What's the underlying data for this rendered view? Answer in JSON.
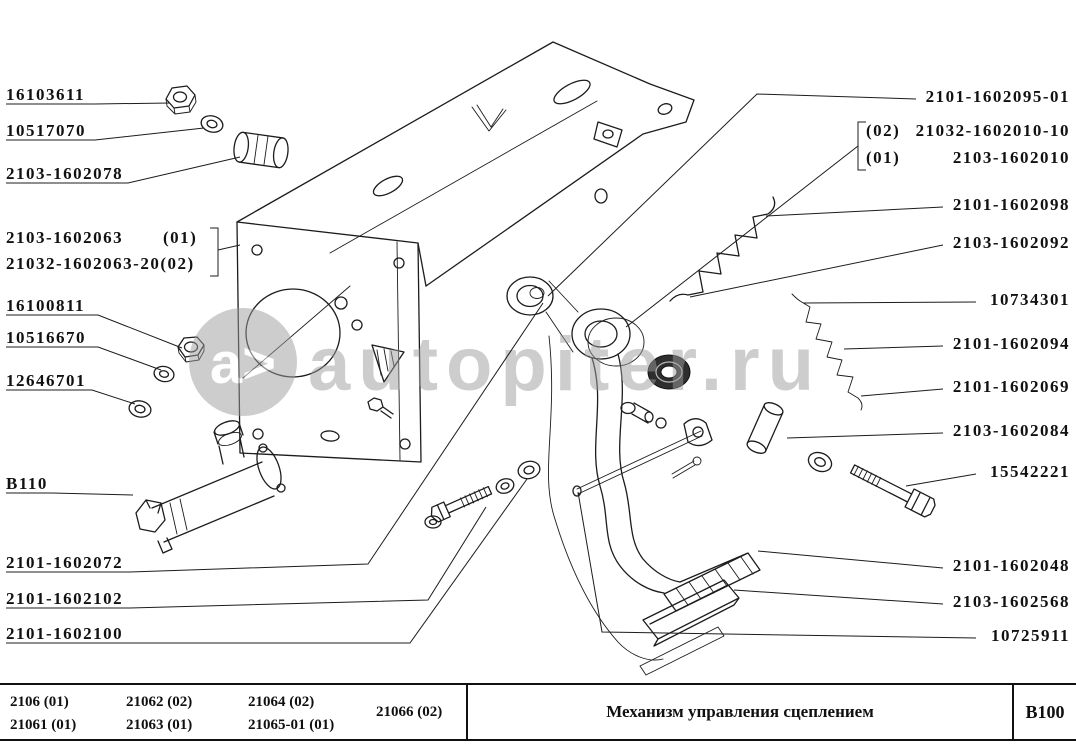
{
  "watermark": {
    "logo": "a>",
    "text": "autopiter.ru"
  },
  "labels_left": [
    "16103611",
    "10517070",
    "2103-1602078",
    "2103-1602063",
    "(01)",
    "21032-1602063-20(02)",
    "16100811",
    "10516670",
    "12646701",
    "В110",
    "2101-1602072",
    "2101-1602102",
    "2101-1602100"
  ],
  "labels_right": [
    "2101-1602095-01",
    "(02)",
    "21032-1602010-10",
    "(01)",
    "2103-1602010",
    "2101-1602098",
    "2103-1602092",
    "10734301",
    "2101-1602094",
    "2101-1602069",
    "2103-1602084",
    "15542221",
    "2101-1602048",
    "2103-1602568",
    "10725911"
  ],
  "footer": {
    "col1": [
      "2106 (01)",
      "21061 (01)"
    ],
    "col2": [
      "21062 (02)",
      "21063 (01)"
    ],
    "col3": [
      "21064 (02)",
      "21065-01 (01)"
    ],
    "col4": [
      "21066 (02)"
    ],
    "title": "Механизм управления сцеплением",
    "code": "В100"
  }
}
